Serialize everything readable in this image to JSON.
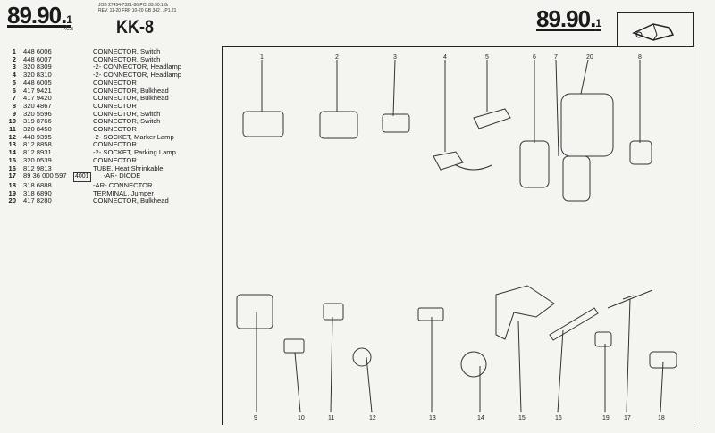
{
  "header": {
    "page_number": "89.90.",
    "page_suffix": "1",
    "page_code": "P.C.3",
    "reference_line1": "JOB 27454-7321-86 PCI 89.90.1 8r",
    "reference_line2": "REV. 11-20 FRP 10-20 GB 342 .. P1.21",
    "title": "KK-8",
    "right_page_number": "89.90.",
    "right_page_suffix": "1"
  },
  "parts": [
    {
      "no": "1",
      "part": "448 6006",
      "desc": "CONNECTOR, Switch"
    },
    {
      "no": "2",
      "part": "448 6007",
      "desc": "CONNECTOR, Switch"
    },
    {
      "no": "3",
      "part": "320 8309",
      "desc": "-2- CONNECTOR, Headlamp"
    },
    {
      "no": "4",
      "part": "320 8310",
      "desc": "-2- CONNECTOR, Headlamp"
    },
    {
      "no": "5",
      "part": "448 6005",
      "desc": "CONNECTOR"
    },
    {
      "no": "6",
      "part": "417 9421",
      "desc": "CONNECTOR, Bulkhead"
    },
    {
      "no": "7",
      "part": "417 9420",
      "desc": "CONNECTOR, Bulkhead"
    },
    {
      "no": "8",
      "part": "320 4867",
      "desc": "CONNECTOR"
    },
    {
      "no": "9",
      "part": "320 5596",
      "desc": "CONNECTOR, Switch"
    },
    {
      "no": "10",
      "part": "319 8766",
      "desc": "CONNECTOR, Switch"
    },
    {
      "no": "11",
      "part": "320 8450",
      "desc": "CONNECTOR"
    },
    {
      "no": "12",
      "part": "448 9395",
      "desc": "-2- SOCKET, Marker Lamp"
    },
    {
      "no": "13",
      "part": "812 8858",
      "desc": "CONNECTOR"
    },
    {
      "no": "14",
      "part": "812 8931",
      "desc": "-2- SOCKET, Parking Lamp"
    },
    {
      "no": "15",
      "part": "320 0539",
      "desc": "CONNECTOR"
    },
    {
      "no": "16",
      "part": "812 9813",
      "desc": "TUBE, Heat Shrinkable"
    },
    {
      "no": "17",
      "part": "89 36 000 597",
      "code": "4001",
      "desc": "-AR- DIODE"
    },
    {
      "no": "18",
      "part": "318 6888",
      "desc": "-AR- CONNECTOR"
    },
    {
      "no": "19",
      "part": "318 6890",
      "desc": "TERMINAL, Jumper"
    },
    {
      "no": "20",
      "part": "417 8280",
      "desc": "CONNECTOR, Bulkhead"
    }
  ],
  "diagram": {
    "top_callouts": [
      "1",
      "2",
      "3",
      "4",
      "5",
      "6",
      "7",
      "20",
      "8"
    ],
    "bottom_callouts": [
      "9",
      "10",
      "11",
      "12",
      "13",
      "14",
      "15",
      "16",
      "19",
      "17",
      "18"
    ]
  }
}
